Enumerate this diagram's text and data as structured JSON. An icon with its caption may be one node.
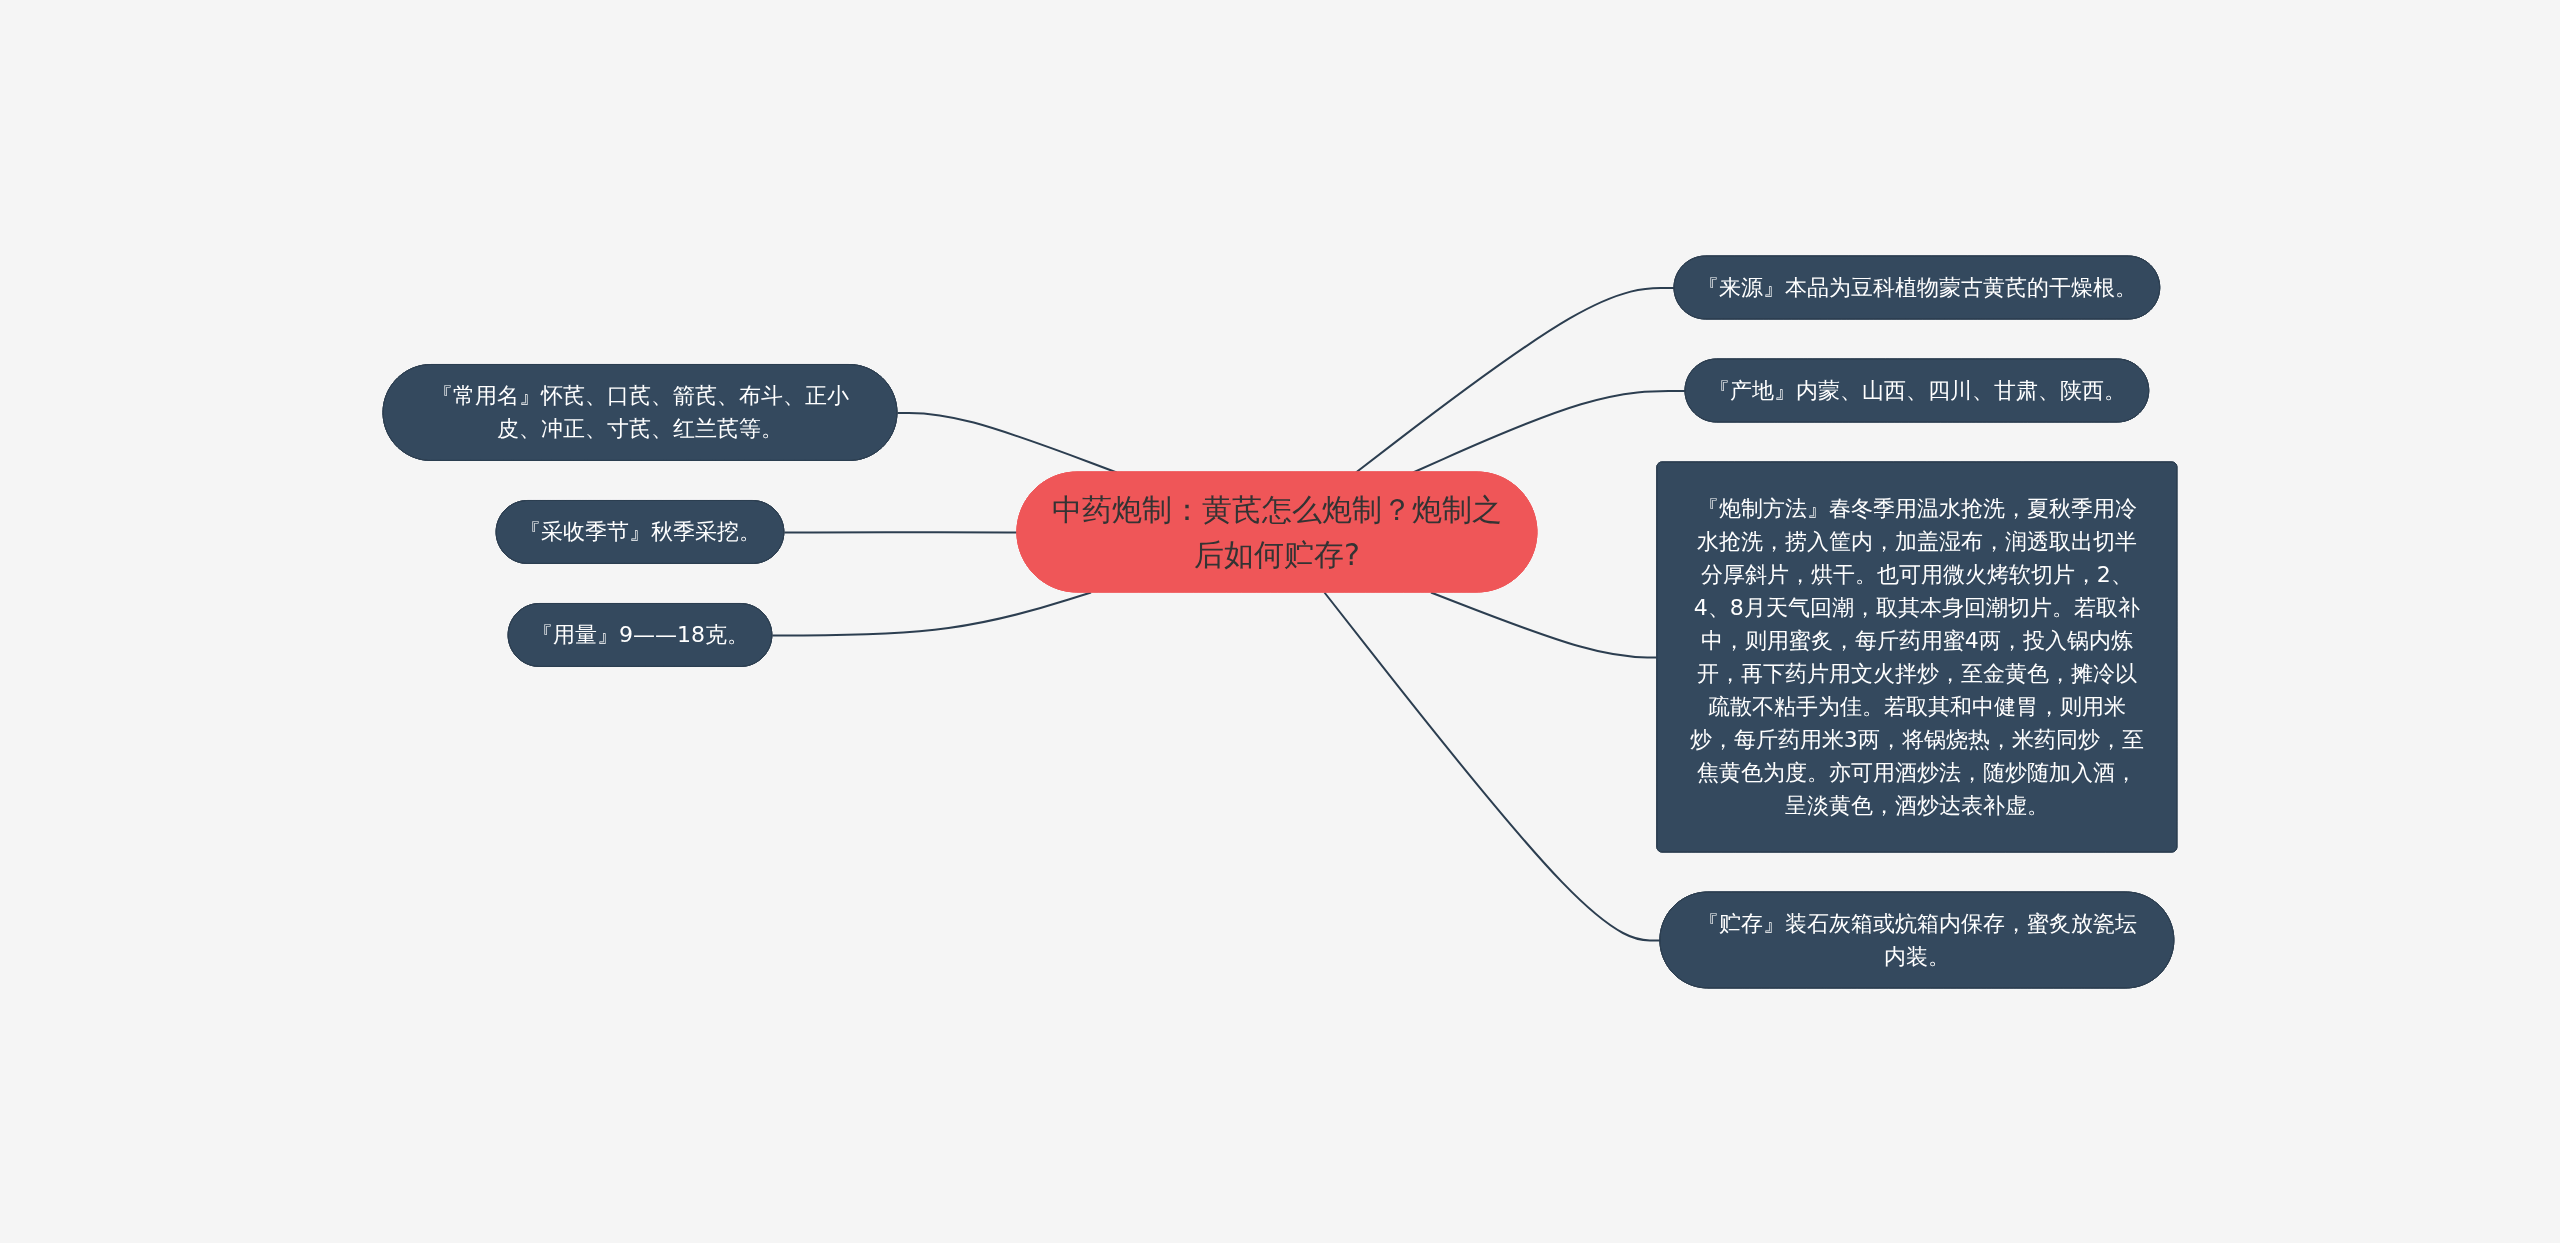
{
  "diagram": {
    "nodes": [
      {
        "text": [
          "中药炮制：黄芪怎么炮制？炮制之后如何贮存?"
        ]
      },
      {
        "text": [
          "『来源』本品为豆科植物蒙古黄芪的干燥根。"
        ]
      },
      {
        "text": [
          "『产地』内蒙、山西、四川、甘肃、陕西。"
        ]
      },
      {
        "text": [
          "『炮制方法』春冬季用温水抢洗，夏秋季用冷水抢洗，捞入筐内，加盖湿布，润透取出切半分厚斜片，烘干。也可用微火烤软切片，2、4、8月天气回潮，取其本身回潮切片。若取补中，则用蜜炙，每斤药用蜜4两，投入锅内炼开，再下药片用文火拌炒，至金黄色，摊冷以疏散不粘手为佳。若取其和中健胃，则用米炒，每斤药用米3两，将锅烧热，米药同炒，至焦黄色为度。亦可用酒炒法，随炒随加入酒，呈淡黄色，酒炒达表补虚。"
        ]
      },
      {
        "text": [
          "『贮存』装石灰箱或炕箱内保存，蜜炙放瓷坛内装。"
        ]
      },
      {
        "text": [
          "『常用名』怀芪、口芪、箭芪、布斗、正小皮、冲正、寸芪、红兰芪等。"
        ]
      },
      {
        "text": [
          "『采收季节』秋季采挖。"
        ]
      },
      {
        "text": [
          "『用量』9——18克。"
        ]
      }
    ],
    "edges": [
      {
        "from": 0,
        "to": 1,
        "arrow": "none"
      },
      {
        "from": 0,
        "to": 2,
        "arrow": "none"
      },
      {
        "from": 0,
        "to": 3,
        "arrow": "none"
      },
      {
        "from": 0,
        "to": 4,
        "arrow": "none"
      },
      {
        "from": 5,
        "to": 0,
        "arrow": "none"
      },
      {
        "from": 6,
        "to": 0,
        "arrow": "none"
      },
      {
        "from": 7,
        "to": 0,
        "arrow": "none"
      }
    ]
  }
}
